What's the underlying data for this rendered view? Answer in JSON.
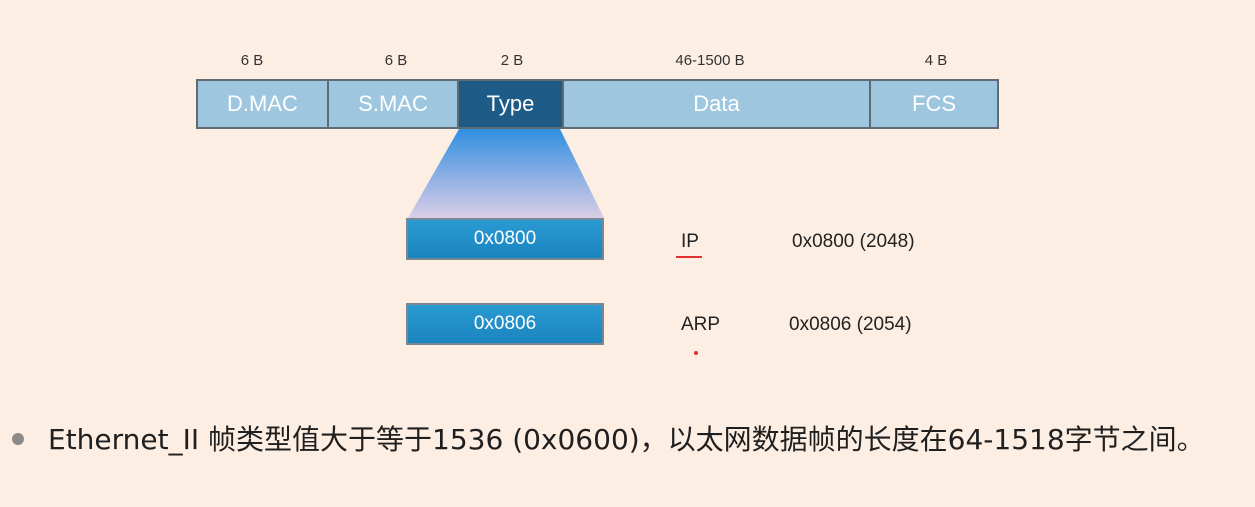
{
  "frame": {
    "fields": [
      {
        "name": "D.MAC",
        "size": "6 B"
      },
      {
        "name": "S.MAC",
        "size": "6 B"
      },
      {
        "name": "Type",
        "size": "2 B"
      },
      {
        "name": "Data",
        "size": "46-1500 B"
      },
      {
        "name": "FCS",
        "size": "4 B"
      }
    ],
    "highlighted_field": "Type"
  },
  "type_values": [
    {
      "value": "0x0800",
      "protocol": "IP",
      "detail": "0x0800 (2048)"
    },
    {
      "value": "0x0806",
      "protocol": "ARP",
      "detail": "0x0806 (2054)"
    }
  ],
  "note": {
    "text": "Ethernet_II 帧类型值大于等于1536 (0x0600)，以太网数据帧的长度在64-1518字节之间。"
  },
  "colors": {
    "background": "#fdeee4",
    "field_fill": "#9ec6de",
    "field_highlight": "#1e5b87",
    "value_box": "#1a84bf",
    "annotation_red": "#e03030"
  }
}
